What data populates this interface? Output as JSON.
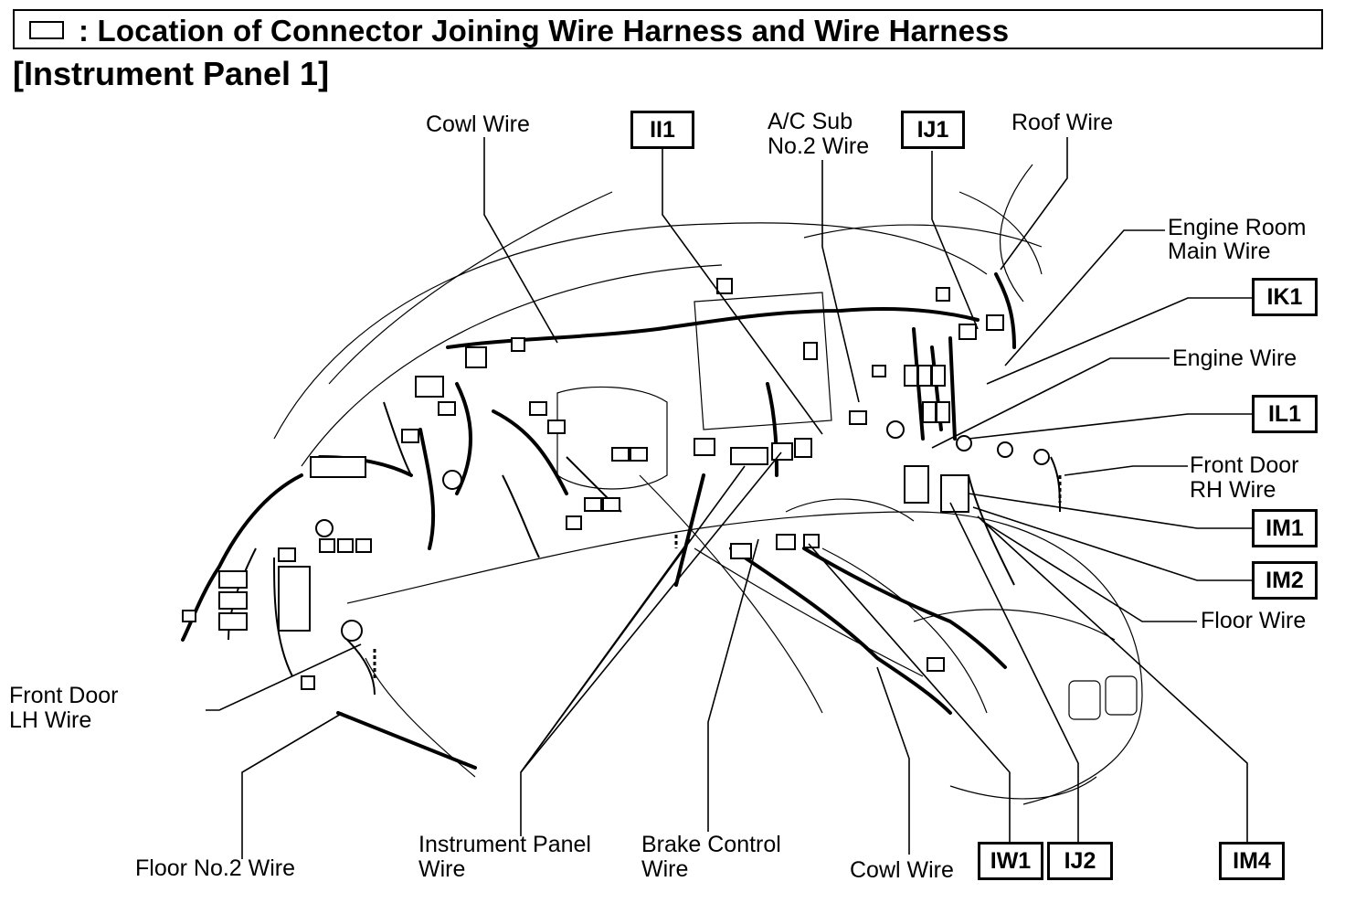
{
  "title": ": Location of Connector Joining Wire Harness and Wire Harness",
  "subtitle": "[Instrument Panel 1]",
  "labels": {
    "cowl_wire_top": "Cowl Wire",
    "ac_sub_line1": "A/C Sub",
    "ac_sub_line2": "No.2 Wire",
    "roof_wire": "Roof Wire",
    "engine_room_line1": "Engine Room",
    "engine_room_line2": "Main Wire",
    "engine_wire": "Engine Wire",
    "front_door_rh_line1": "Front Door",
    "front_door_rh_line2": "RH Wire",
    "floor_wire": "Floor Wire",
    "front_door_lh_line1": "Front Door",
    "front_door_lh_line2": "LH Wire",
    "floor_no2_wire": "Floor No.2 Wire",
    "instrument_panel_line1": "Instrument Panel",
    "instrument_panel_line2": "Wire",
    "brake_control_line1": "Brake Control",
    "brake_control_line2": "Wire",
    "cowl_wire_bottom": "Cowl Wire"
  },
  "codes": {
    "ii1": "II1",
    "ij1": "IJ1",
    "ik1": "IK1",
    "il1": "IL1",
    "im1": "IM1",
    "im2": "IM2",
    "iw1": "IW1",
    "ij2": "IJ2",
    "im4": "IM4"
  }
}
